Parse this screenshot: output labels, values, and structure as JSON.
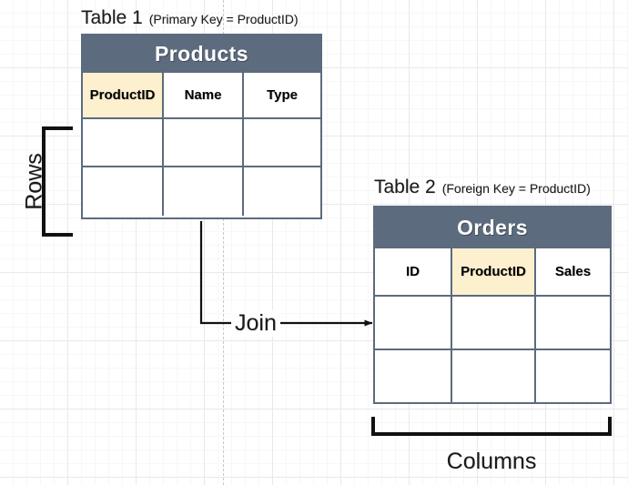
{
  "diagram": {
    "title_hidden": "Database table join diagram",
    "colors": {
      "header_band": "#5c6b7d",
      "key_highlight": "#fdf0cf",
      "table_border": "#5c6b7d",
      "bracket": "#111111",
      "grid_minor": "#f7f7f8",
      "grid_major": "#e9e9ec"
    }
  },
  "table1": {
    "caption_main": "Table 1",
    "caption_sub": "(Primary Key = ProductID)",
    "name": "Products",
    "columns": [
      "ProductID",
      "Name",
      "Type"
    ],
    "key_column_index": 0,
    "data_row_count": 2
  },
  "table2": {
    "caption_main": "Table 2",
    "caption_sub": "(Foreign Key = ProductID)",
    "name": "Orders",
    "columns": [
      "ID",
      "ProductID",
      "Sales"
    ],
    "key_column_index": 1,
    "data_row_count": 2
  },
  "annotations": {
    "rows_label": "Rows",
    "columns_label": "Columns",
    "join_label": "Join"
  }
}
